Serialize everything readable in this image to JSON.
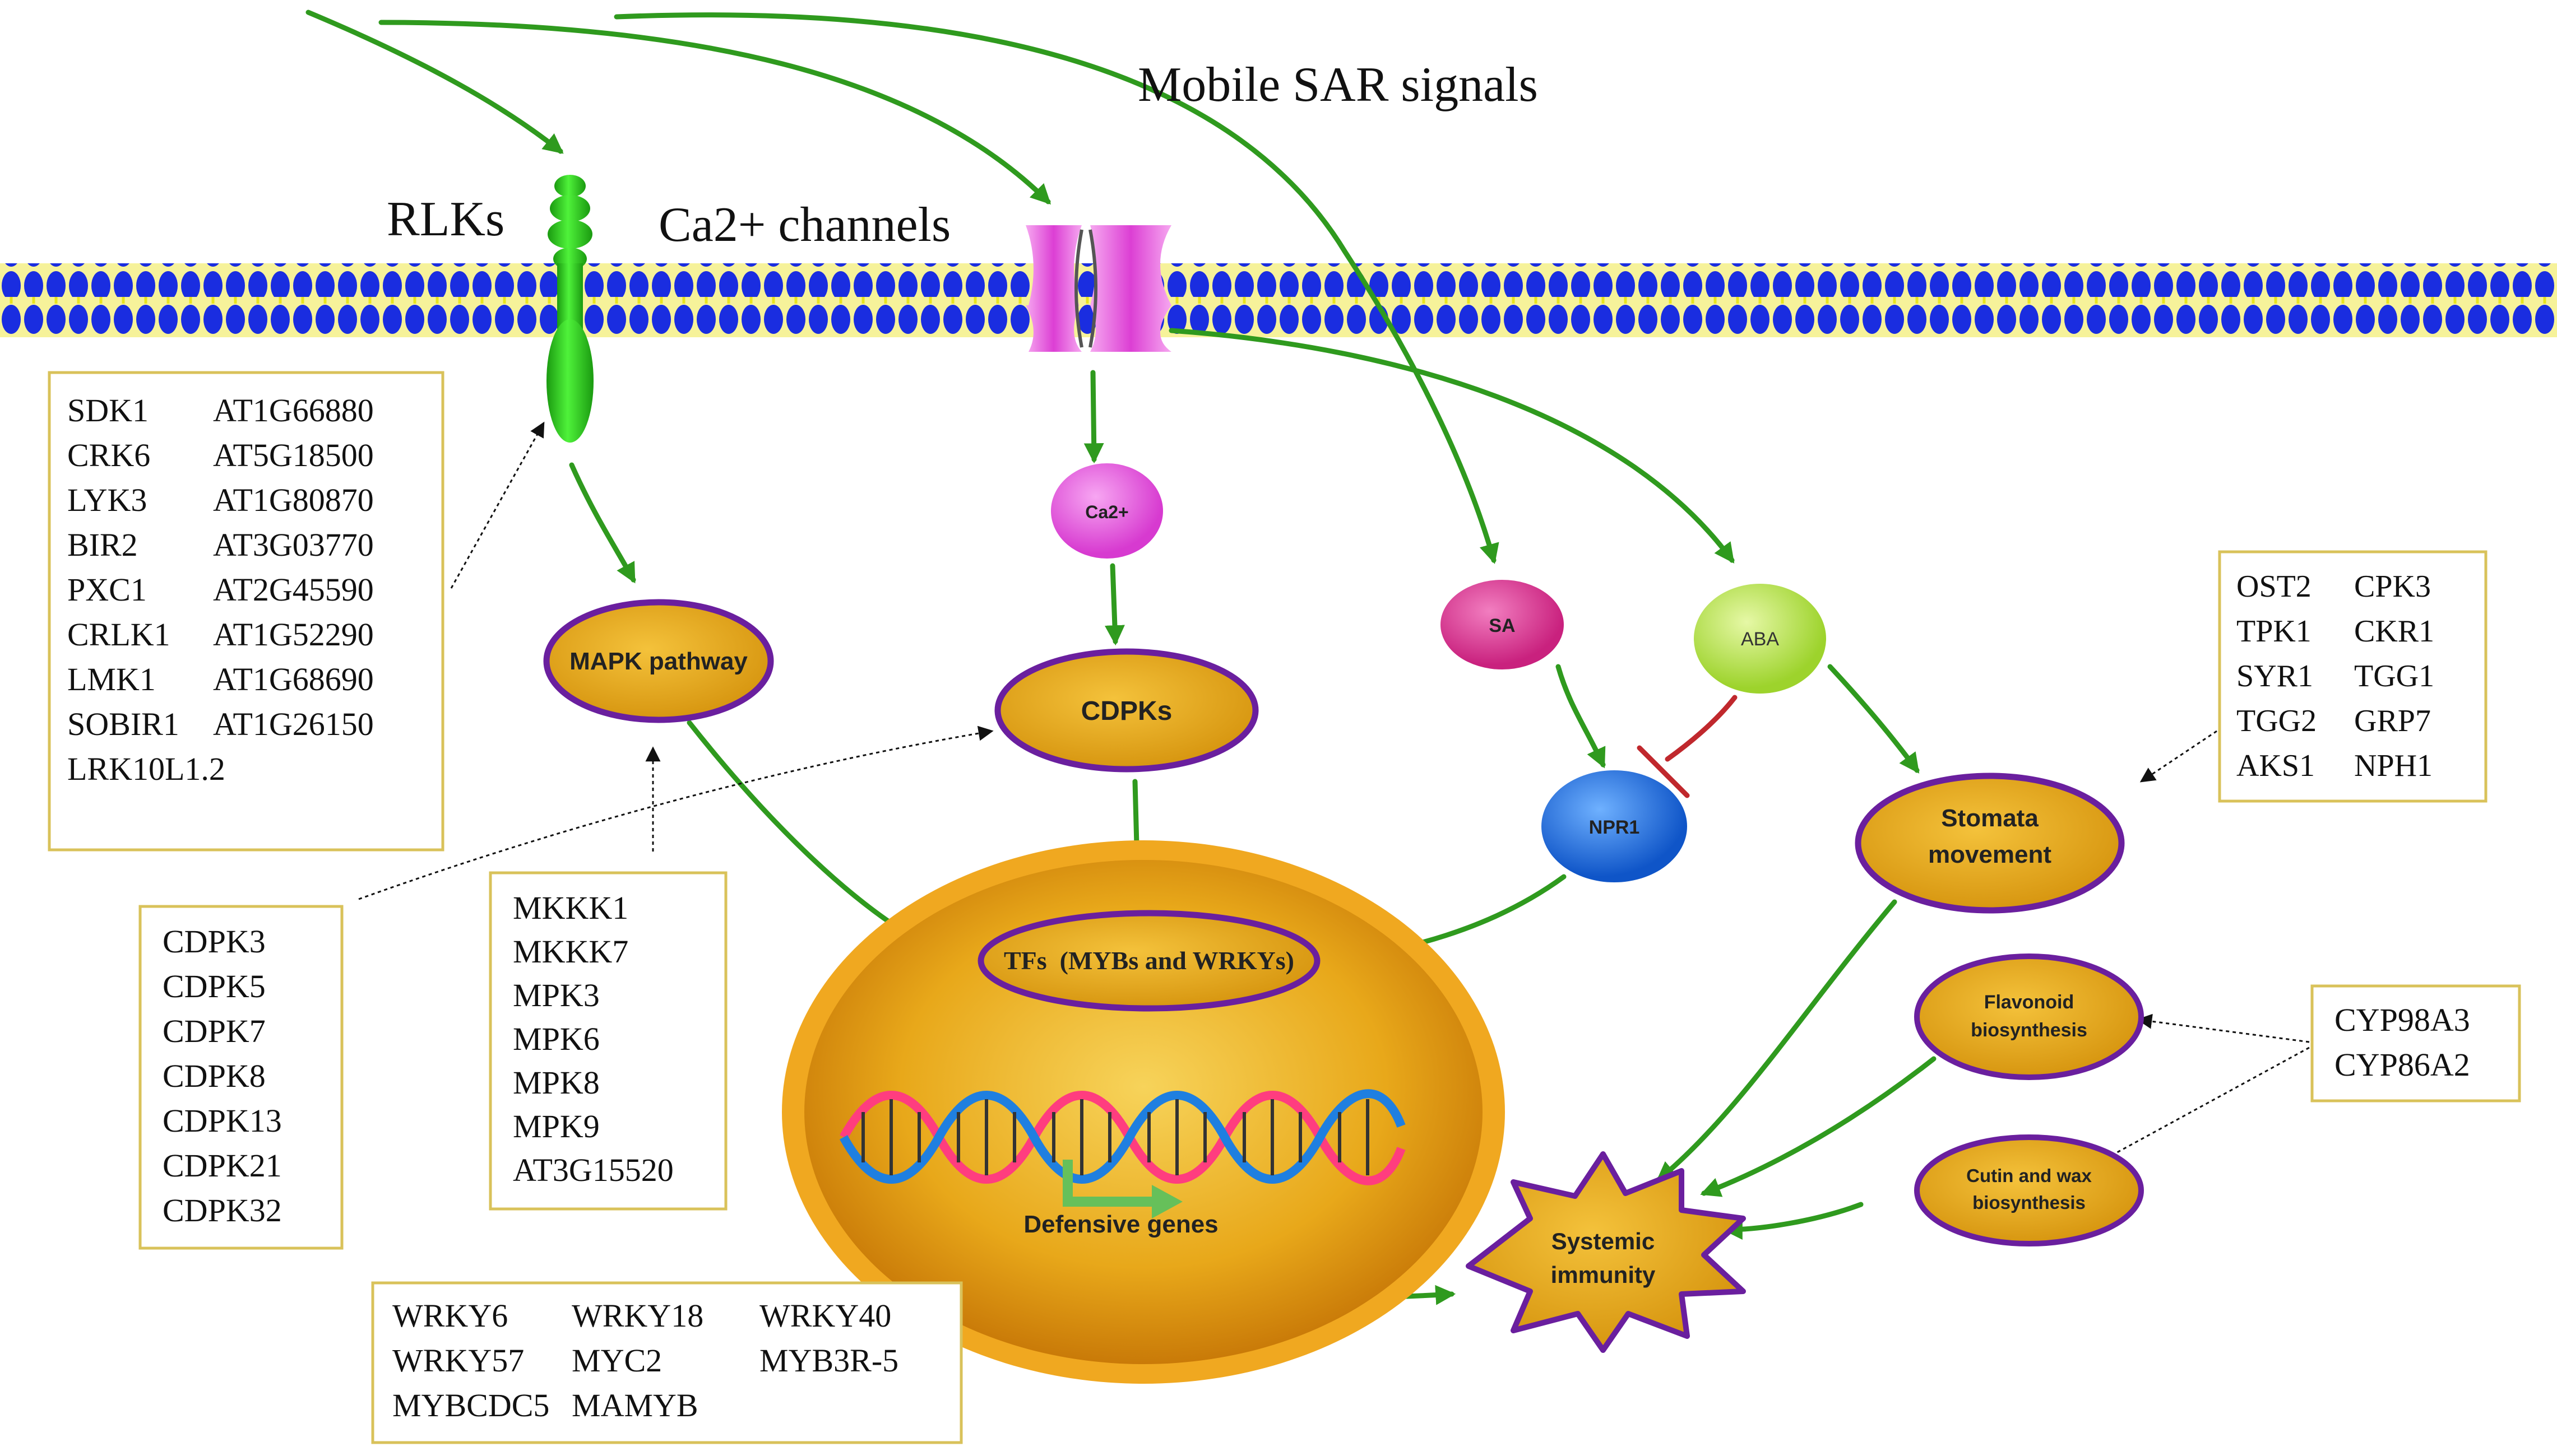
{
  "labels": {
    "mobile_sar": "Mobile SAR signals",
    "rlks": "RLKs",
    "ca_channels": "Ca2+ channels",
    "ca_ion": "Ca2+",
    "mapk": "MAPK pathway",
    "cdpks": "CDPKs",
    "sa": "SA",
    "aba": "ABA",
    "npr1": "NPR1",
    "tfs": "TFs  (MYBs and WRKYs)",
    "defensive": "Defensive genes",
    "stomata_line1": "Stomata",
    "stomata_line2": "movement",
    "flavonoid_line1": "Flavonoid",
    "flavonoid_line2": "biosynthesis",
    "cutin_line1": "Cutin and wax",
    "cutin_line2": "biosynthesis",
    "systemic_line1": "Systemic",
    "systemic_line2": "immunity"
  },
  "boxes": {
    "rlk_genes": [
      [
        "SDK1",
        "AT1G66880"
      ],
      [
        "CRK6",
        "AT5G18500"
      ],
      [
        "LYK3",
        "AT1G80870"
      ],
      [
        "BIR2",
        "AT3G03770"
      ],
      [
        "PXC1",
        "AT2G45590"
      ],
      [
        "CRLK1",
        "AT1G52290"
      ],
      [
        "LMK1",
        "AT1G68690"
      ],
      [
        "SOBIR1",
        "AT1G26150"
      ],
      [
        "LRK10L1.2",
        ""
      ]
    ],
    "cdpk_genes": [
      "CDPK3",
      "CDPK5",
      "CDPK7",
      "CDPK8",
      "CDPK13",
      "CDPK21",
      "CDPK32"
    ],
    "mapk_genes": [
      "MKKK1",
      "MKKK7",
      "MPK3",
      "MPK6",
      "MPK8",
      "MPK9",
      "AT3G15520"
    ],
    "tf_genes": [
      [
        "WRKY6",
        "WRKY18",
        "WRKY40"
      ],
      [
        "WRKY57",
        "MYC2",
        "MYB3R-5"
      ],
      [
        "MYBCDC5",
        "MAMYB",
        ""
      ]
    ],
    "stomata_genes": [
      [
        "OST2",
        "CPK3"
      ],
      [
        "TPK1",
        "CKR1"
      ],
      [
        "SYR1",
        "TGG1"
      ],
      [
        "TGG2",
        "GRP7"
      ],
      [
        "AKS1",
        "NPH1"
      ]
    ],
    "cyp_genes": [
      "CYP98A3",
      "CYP86A2"
    ]
  },
  "colors": {
    "arrow_green": "#2f9a1e",
    "membrane_blue": "#1a2de0",
    "membrane_yellow": "#e9e41c",
    "node_gold": "#e3a817",
    "node_border": "#6a1f9e",
    "box_border": "#d9c25a",
    "inhibit_red": "#c0282d",
    "sa_pink": "#e0338f",
    "aba_green": "#b9e34a",
    "npr1_blue": "#1a6fe0",
    "ca_magenta": "#e64ee0",
    "rlk_green": "#2fd11a"
  }
}
